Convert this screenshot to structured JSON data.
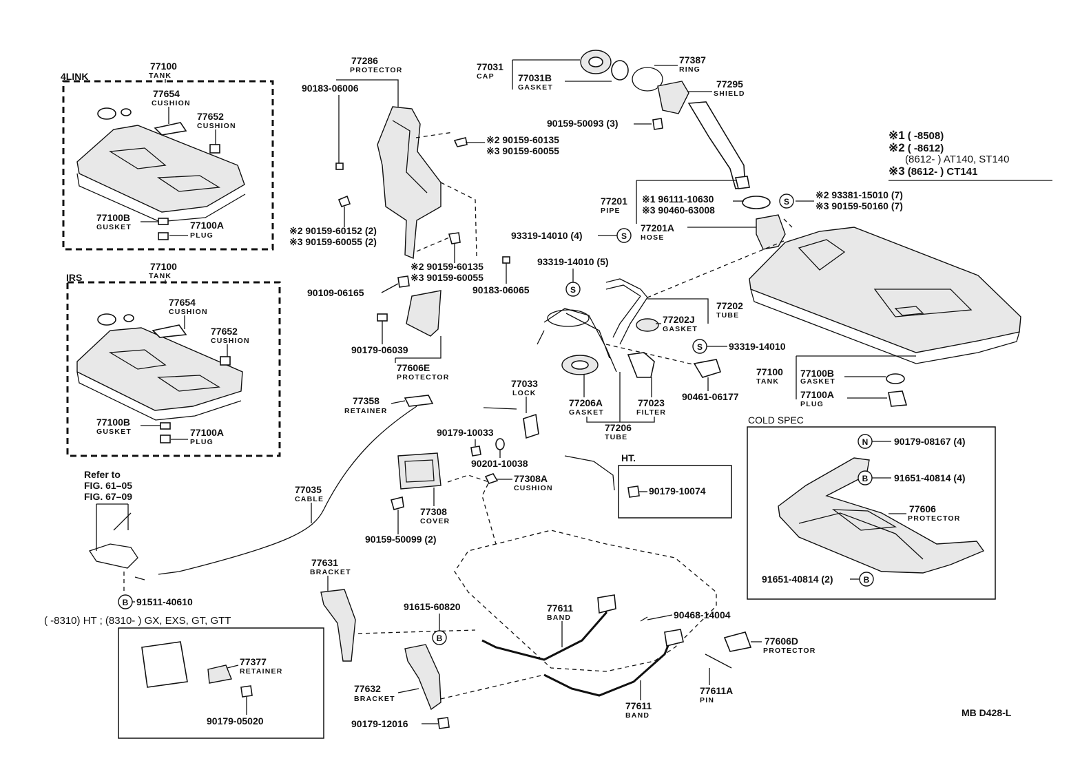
{
  "diagram_id": "MB D428-L",
  "notes": {
    "n1": {
      "mark": "※1",
      "text": "(        -8508)"
    },
    "n2": {
      "mark": "※2",
      "text": "(        -8612)"
    },
    "n2b": {
      "text": "(8612-              ) AT140, ST140"
    },
    "n3": {
      "mark": "※3",
      "text": "(8612-              ) CT141"
    }
  },
  "boxes": {
    "fourlink": "4LINK",
    "irs": "IRS",
    "cold_spec": "COLD SPEC",
    "ht": "HT.",
    "bottom_note": "(        -8310) HT ; (8310-           ) GX, EXS, GT, GTT",
    "refer1": "Refer to",
    "refer2": "FIG. 61–05",
    "refer3": "FIG. 67–09"
  },
  "labels": {
    "t4_77100": "77100",
    "t4_tank": "TANK",
    "t4_77654": "77654",
    "t4_cushion1": "CUSHION",
    "t4_77652": "77652",
    "t4_cushion2": "CUSHION",
    "t4_77100b": "77100B",
    "t4_gusket": "GUSKET",
    "t4_77100a": "77100A",
    "t4_plug": "PLUG",
    "ti_77100": "77100",
    "ti_tank": "TANK",
    "ti_77654": "77654",
    "ti_cushion1": "CUSHION",
    "ti_77652": "77652",
    "ti_cushion2": "CUSHION",
    "ti_77100b": "77100B",
    "ti_gusket": "GUSKET",
    "ti_77100a": "77100A",
    "ti_plug": "PLUG",
    "p77286": "77286",
    "protector1": "PROTECTOR",
    "p90183a": "90183-06006",
    "p90159_60135a": "※2 90159-60135",
    "p90159_60055a": "※3 90159-60055",
    "p90159_60152": "※2 90159-60152 (2)",
    "p90159_60055b": "※3 90159-60055 (2)",
    "p90159_60135b": "※2 90159-60135",
    "p90159_60055c": "※3 90159-60055",
    "p90109": "90109-06165",
    "p90183b": "90183-06065",
    "p90179_06039": "90179-06039",
    "p77606e": "77606E",
    "protector2": "PROTECTOR",
    "p77031": "77031",
    "cap": "CAP",
    "p77031b": "77031B",
    "gasket1": "GASKET",
    "p77387": "77387",
    "ring": "RING",
    "p77295": "77295",
    "shield": "SHIELD",
    "p90159_50093": "90159-50093 (3)",
    "p77201": "77201",
    "pipe": "PIPE",
    "p96111": "※1 96111-10630",
    "p90460": "※3 90460-63008",
    "p77201a": "77201A",
    "hose": "HOSE",
    "p93319a": "93319-14010 (4)",
    "p93381": "※2 93381-15010 (7)",
    "p90159_50160": "※3 90159-50160 (7)",
    "p93319b": "93319-14010 (5)",
    "p77202": "77202",
    "tube1": "TUBE",
    "p77202j": "77202J",
    "gasket2": "GASKET",
    "p93319c": "93319-14010",
    "p90461": "90461-06177",
    "p77206a": "77206A",
    "gasket3": "GASKET",
    "p77023": "77023",
    "filter": "FILTER",
    "p77206": "77206",
    "tube2": "TUBE",
    "m77100": "77100",
    "m_tank": "TANK",
    "m77100b": "77100B",
    "m_gasket": "GASKET",
    "m77100a": "77100A",
    "m_plug": "PLUG",
    "p77358": "77358",
    "retainer1": "RETAINER",
    "p77033": "77033",
    "lock": "LOCK",
    "p90179_10033": "90179-10033",
    "p90201": "90201-10038",
    "p77308a": "77308A",
    "cushion3": "CUSHION",
    "p77308": "77308",
    "cover": "COVER",
    "p90159_50099": "90159-50099 (2)",
    "p77035": "77035",
    "cable": "CABLE",
    "p90179_10074": "90179-10074",
    "p90179_08167": "90179-08167 (4)",
    "p91651a": "91651-40814 (4)",
    "p77606": "77606",
    "protector3": "PROTECTOR",
    "p91651b": "91651-40814 (2)",
    "p91511": "91511-40610",
    "p77631": "77631",
    "bracket1": "BRACKET",
    "p91615": "91615-60820",
    "p77632": "77632",
    "bracket2": "BRACKET",
    "p90179_12016": "90179-12016",
    "p77611a_band": "77611",
    "band1": "BAND",
    "p90468": "90468-14004",
    "p77606d": "77606D",
    "protector4": "PROTECTOR",
    "p77611": "77611",
    "band2": "BAND",
    "p77611a": "77611A",
    "pin": "PIN",
    "p77377": "77377",
    "retainer2": "RETAINER",
    "p90179_05020": "90179-05020"
  },
  "symbols": {
    "S": "S",
    "B": "B",
    "N": "N"
  }
}
